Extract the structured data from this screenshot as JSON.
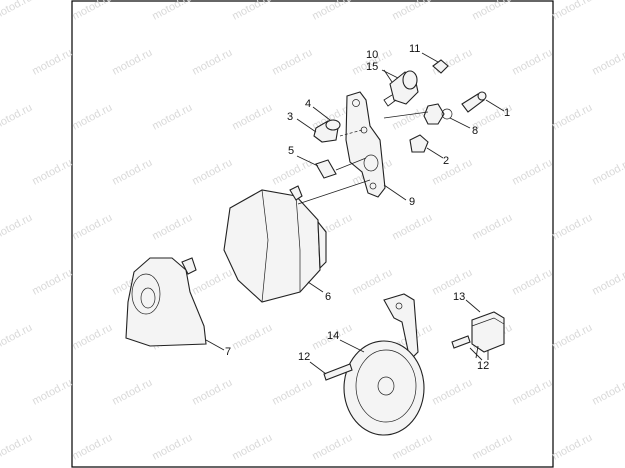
{
  "diagram": {
    "watermark_text": "motod.ru",
    "callouts": {
      "c1": "1",
      "c2": "2",
      "c3": "3",
      "c4": "4",
      "c5": "5",
      "c6": "6",
      "c7": "7",
      "c8": "8",
      "c9": "9",
      "c10": "10",
      "c11": "11",
      "c12a": "12",
      "c12b": "12",
      "c13": "13",
      "c14": "14",
      "c15": "15"
    },
    "colors": {
      "line": "#222222",
      "part_fill": "#f4f4f4",
      "watermark": "#d9d9d9",
      "frame": "#000000"
    }
  }
}
